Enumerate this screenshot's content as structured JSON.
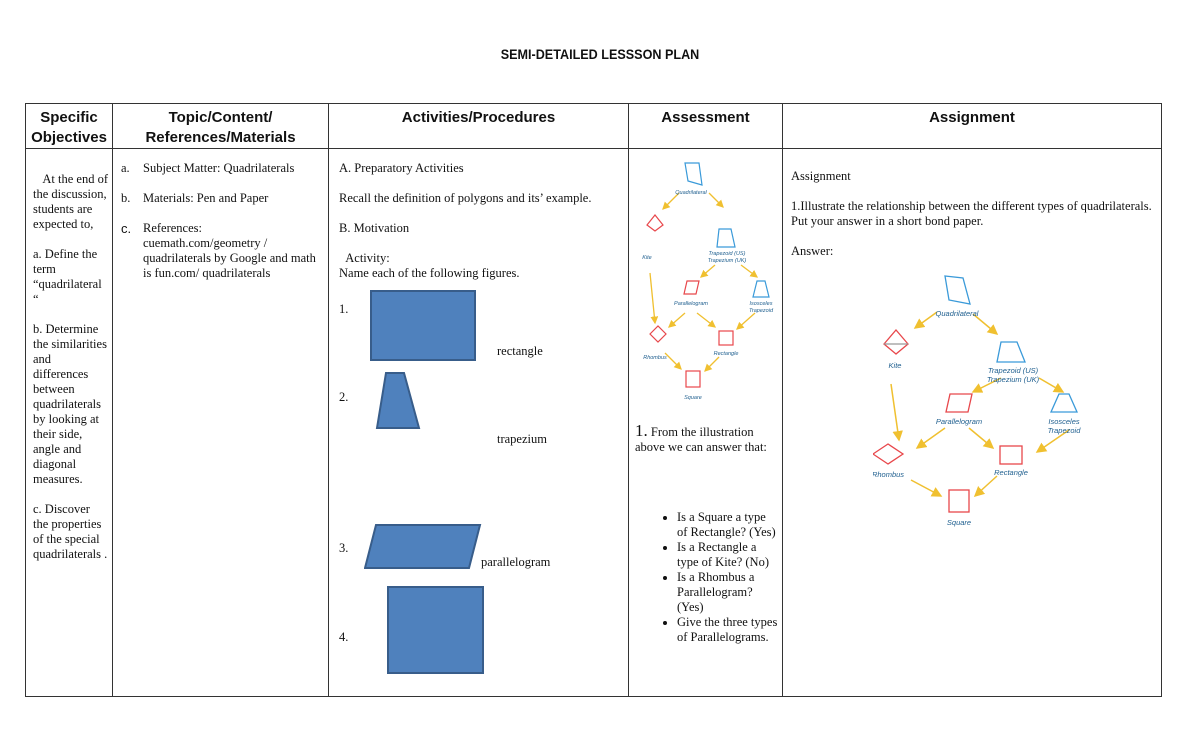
{
  "document": {
    "title": "SEMI-DETAILED LESSSON PLAN"
  },
  "table": {
    "headers": [
      {
        "line1": "Specific",
        "line2": "Objectives"
      },
      {
        "line1": "Topic/Content/",
        "line2": "References/Materials"
      },
      {
        "line1": "Activities/Procedures",
        "line2": ""
      },
      {
        "line1": "Assessment",
        "line2": ""
      },
      {
        "line1": "Assignment",
        "line2": ""
      }
    ],
    "objectives": {
      "intro": "   At the end of the discussion, students are expected to,",
      "a": "a. Define the term “quadrilateral “",
      "b": "b. Determine the similarities and differences between quadrilaterals by looking at their side, angle and diagonal measures.",
      "c": "c. Discover the properties of the special quadrilaterals ."
    },
    "topic": {
      "items": [
        {
          "marker": "a.",
          "text": "Subject Matter: Quadrilaterals"
        },
        {
          "marker": "b.",
          "text": "Materials:  Pen and Paper"
        },
        {
          "marker": "c.",
          "text": " References: cuemath.com/geometry / quadrilaterals by Google and math is fun.com/ quadrilaterals"
        }
      ]
    },
    "activities": {
      "a_heading": "A. Preparatory Activities",
      "a_text": "Recall the definition of polygons and its’ example.",
      "b_heading": "B. Motivation",
      "activity_label": "  Activity:",
      "activity_instruction": "Name each of the following figures.",
      "figures": [
        {
          "number": "1.",
          "answer": "rectangle",
          "shape": "rectangle"
        },
        {
          "number": "2.",
          "answer": "trapezium",
          "shape": "trapezium"
        },
        {
          "number": "3.",
          "answer": "parallelogram",
          "shape": "parallelogram"
        },
        {
          "number": "4.",
          "answer": "",
          "shape": "square"
        }
      ],
      "shape_color": "#4f81bd",
      "shape_border": "#385d8a"
    },
    "assessment": {
      "q_number": "1.",
      "q_text": " From the illustration above we can answer that:",
      "bullets": [
        "Is a Square a type of Rectangle? (Yes)",
        "Is a Rectangle a type of Kite? (No)",
        "Is a Rhombus a Parallelogram? (Yes)",
        "Give the three types of Parallelograms."
      ]
    },
    "assignment": {
      "heading": "Assignment",
      "task": "1.Illustrate the relationship between the different types of quadrilaterals. Put your answer in a short bond paper.",
      "answer_label": "Answer:"
    }
  },
  "diagram": {
    "labels": {
      "quadrilateral": "Quadrilateral",
      "kite": "Kite",
      "trapezoid_us": "Trapezoid (US)",
      "trapezium_uk": "Trapezium (UK)",
      "parallelogram": "Parallelogram",
      "isosceles": "Isosceles",
      "trapezoid": "Trapezoid",
      "rhombus": "Rhombus",
      "rectangle": "Rectangle",
      "square": "Square"
    },
    "colors": {
      "arrow": "#f0c030",
      "blue": "#3a9ad9",
      "red": "#e8474b",
      "label": "#1f5f8f"
    }
  }
}
